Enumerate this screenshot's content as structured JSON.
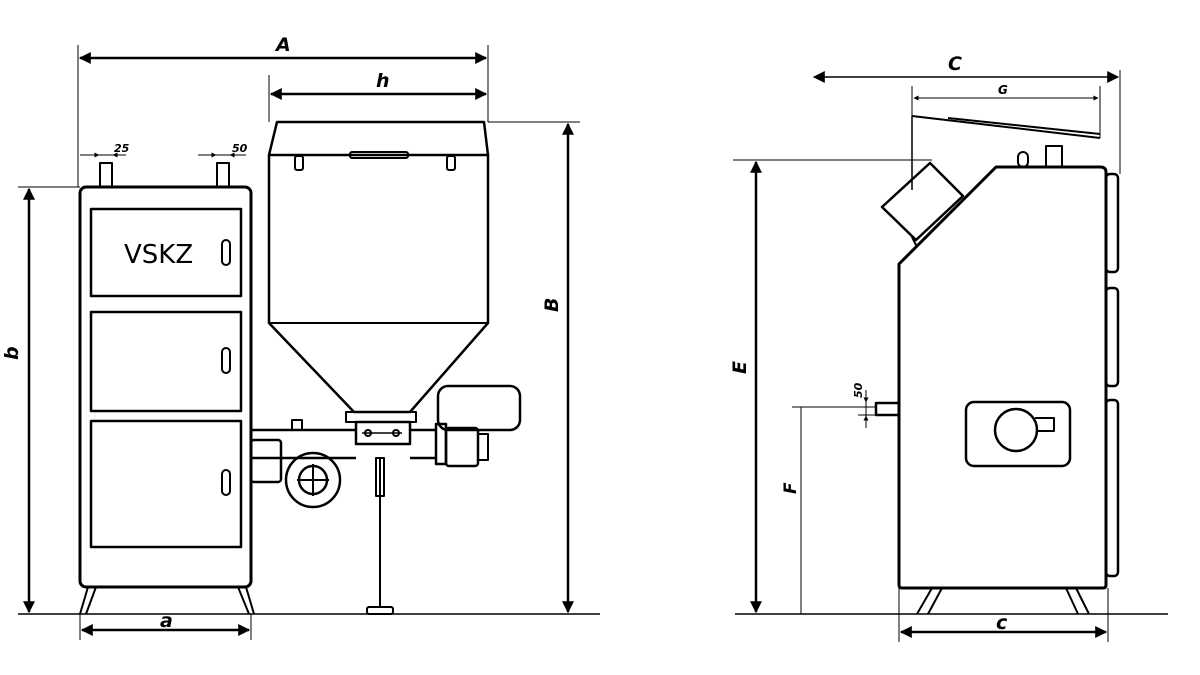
{
  "brand_label": "VSKZ",
  "dimensions": {
    "A": "A",
    "h": "h",
    "B": "B",
    "b": "b",
    "a": "a",
    "C": "C",
    "G": "G",
    "E": "E",
    "F": "F",
    "c": "c",
    "pipe_25": "25",
    "pipe_50_top": "50",
    "pipe_50_side": "50"
  },
  "colors": {
    "stroke": "#000000",
    "background": "#ffffff"
  }
}
